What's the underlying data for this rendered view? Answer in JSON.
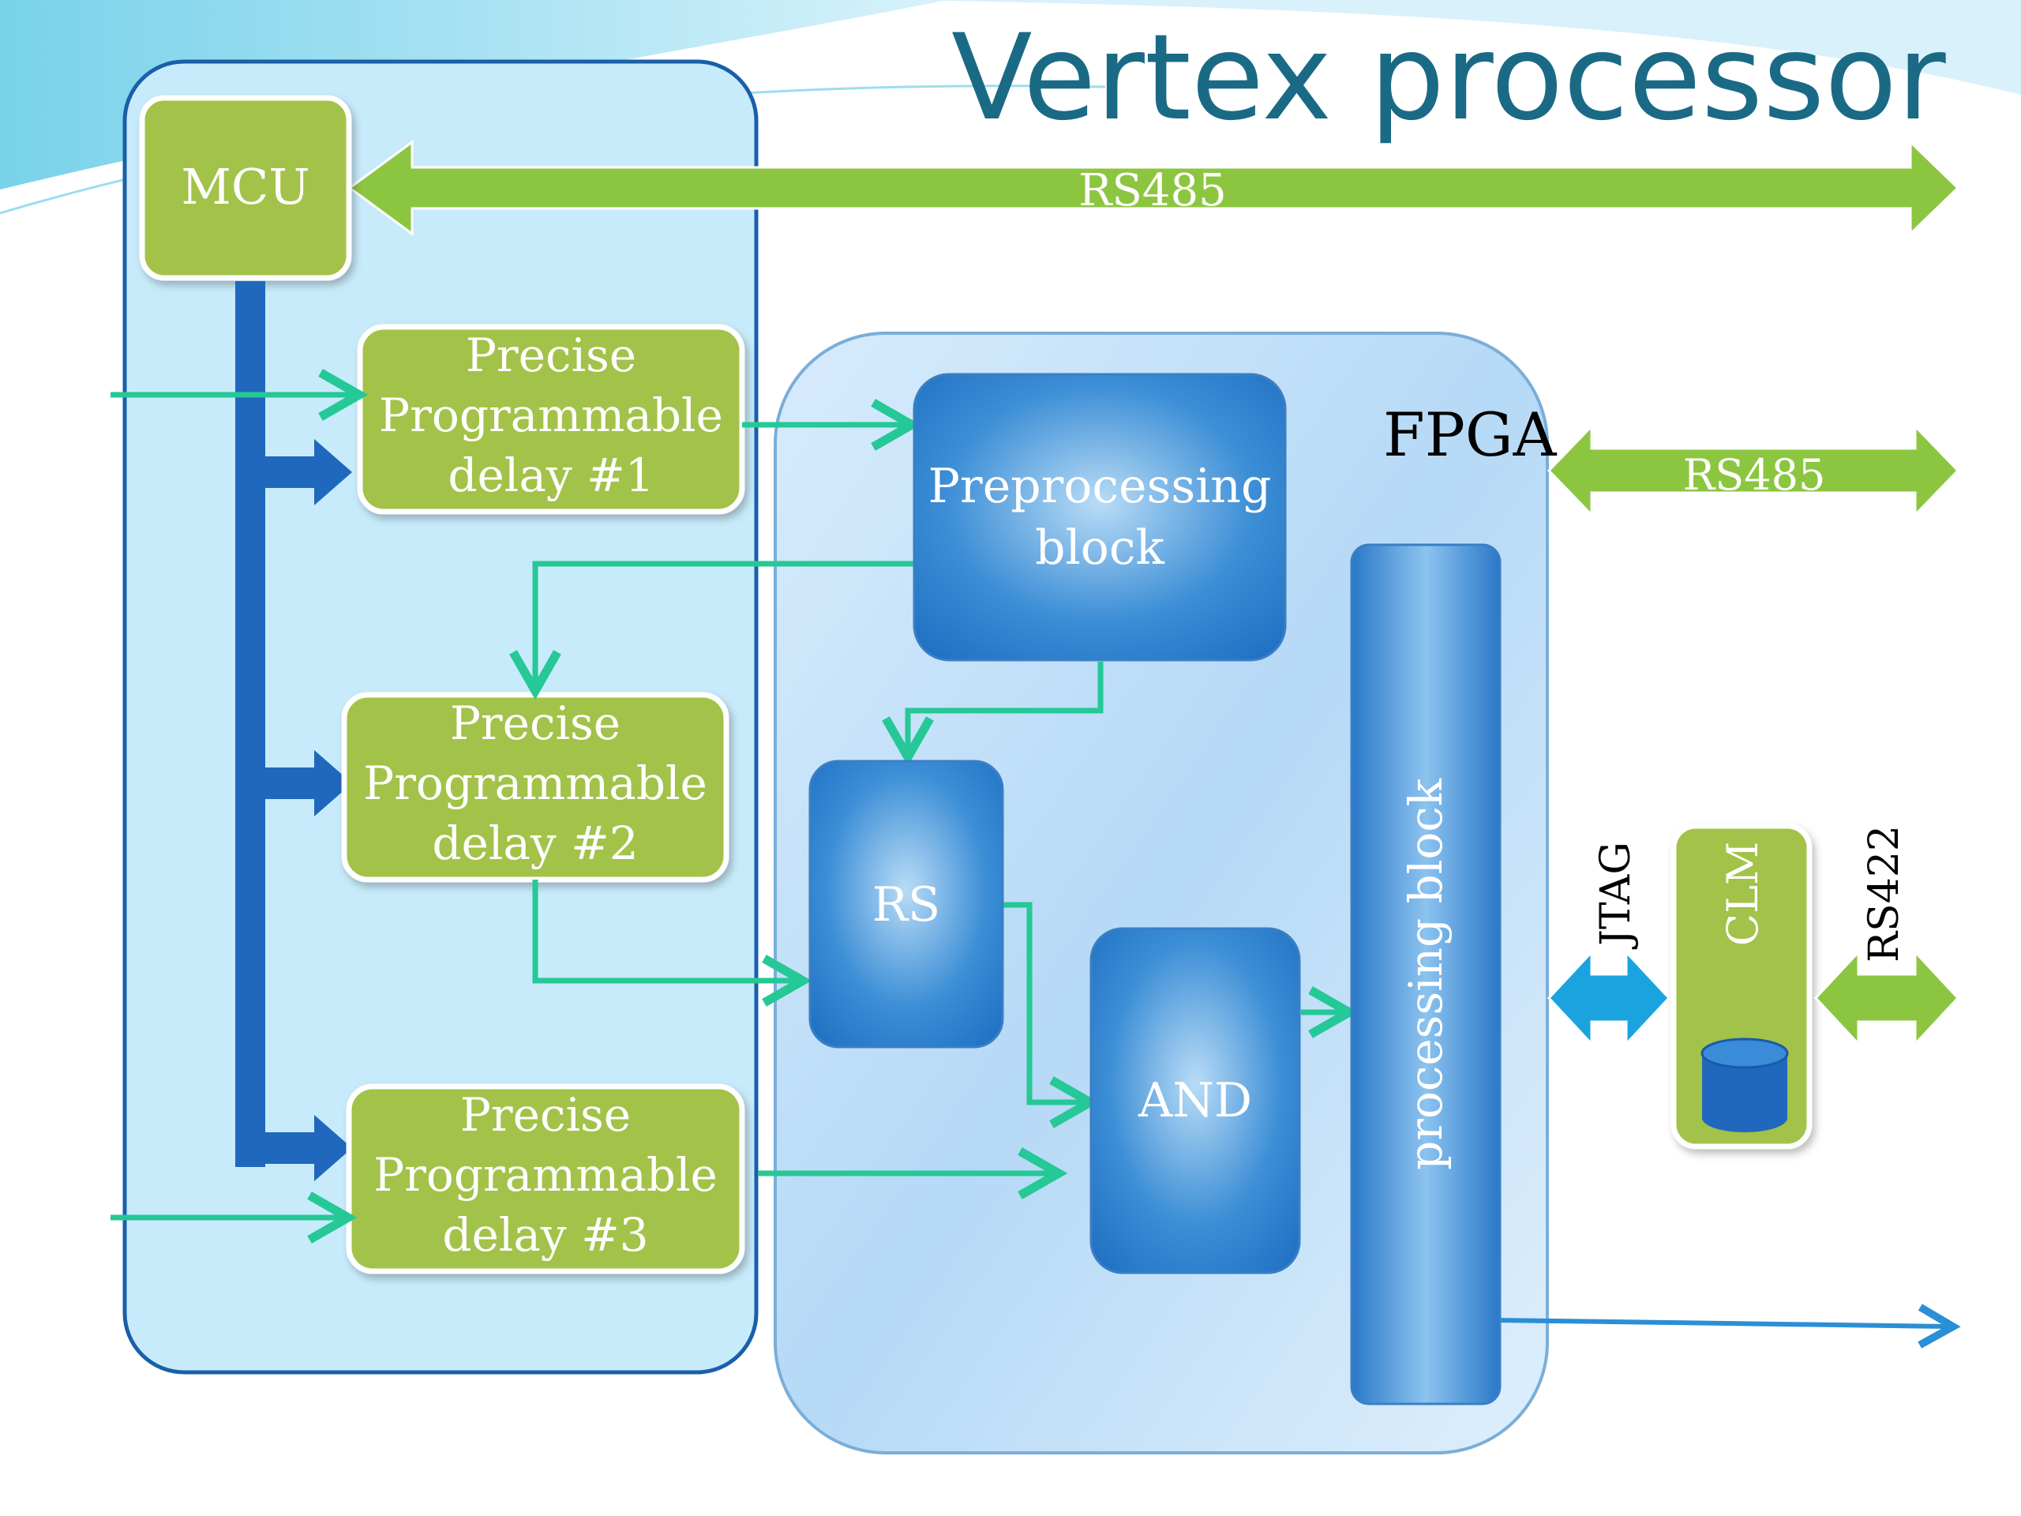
{
  "slide": {
    "title": "Vertex processor",
    "colors": {
      "title": "#1a6a86",
      "green_box": "#a3c24a",
      "green_arrow": "#8cc641",
      "blue_block": "#2f7fcf",
      "teal_arrow": "#25c896",
      "bus": "#1f68bd",
      "mcu_panel": "#c8ebfb",
      "fpga_panel": "#d6ebfb",
      "jtag": "#1ba3e0",
      "output_line": "#2a8fd4"
    }
  },
  "mcu": {
    "label": "MCU"
  },
  "delays": [
    {
      "line1": "Precise",
      "line2": "Programmable",
      "line3": "delay #1"
    },
    {
      "line1": "Precise",
      "line2": "Programmable",
      "line3": "delay #2"
    },
    {
      "line1": "Precise",
      "line2": "Programmable",
      "line3": "delay #3"
    }
  ],
  "fpga": {
    "label": "FPGA",
    "preprocessing": {
      "line1": "Preprocessing",
      "line2": "block"
    },
    "rs": "RS",
    "and": "AND",
    "processing": "processing block"
  },
  "links": {
    "rs485_top": "RS485",
    "rs485_fpga": "RS485",
    "jtag": "JTAG",
    "rs422": "RS422"
  },
  "clm": {
    "label": "CLM"
  }
}
